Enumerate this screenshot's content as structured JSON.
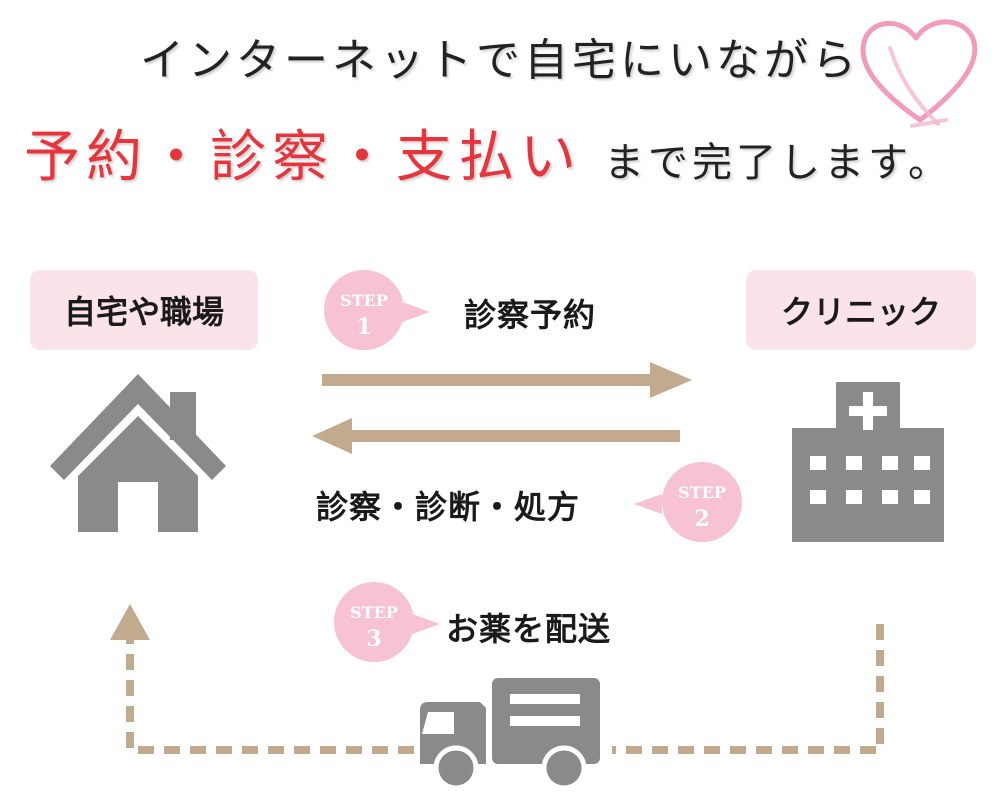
{
  "header": {
    "line1": "インターネットで自宅にいながら",
    "line2_accent": "予約・診察・支払い",
    "line2_rest": "まで完了します。"
  },
  "locations": {
    "home": "自宅や職場",
    "clinic": "クリニック"
  },
  "steps": [
    {
      "word": "STEP",
      "number": "1",
      "label": "診察予約"
    },
    {
      "word": "STEP",
      "number": "2",
      "label": "診察・診断・処方"
    },
    {
      "word": "STEP",
      "number": "3",
      "label": "お薬を配送"
    }
  ],
  "colors": {
    "accent_red": "#e8353d",
    "label_bg": "#fbe3ea",
    "badge_pink": "#f7c2d2",
    "arrow_beige": "#c2aa8f",
    "icon_gray": "#8a8a8a",
    "heart_pink": "#f08ab0"
  }
}
